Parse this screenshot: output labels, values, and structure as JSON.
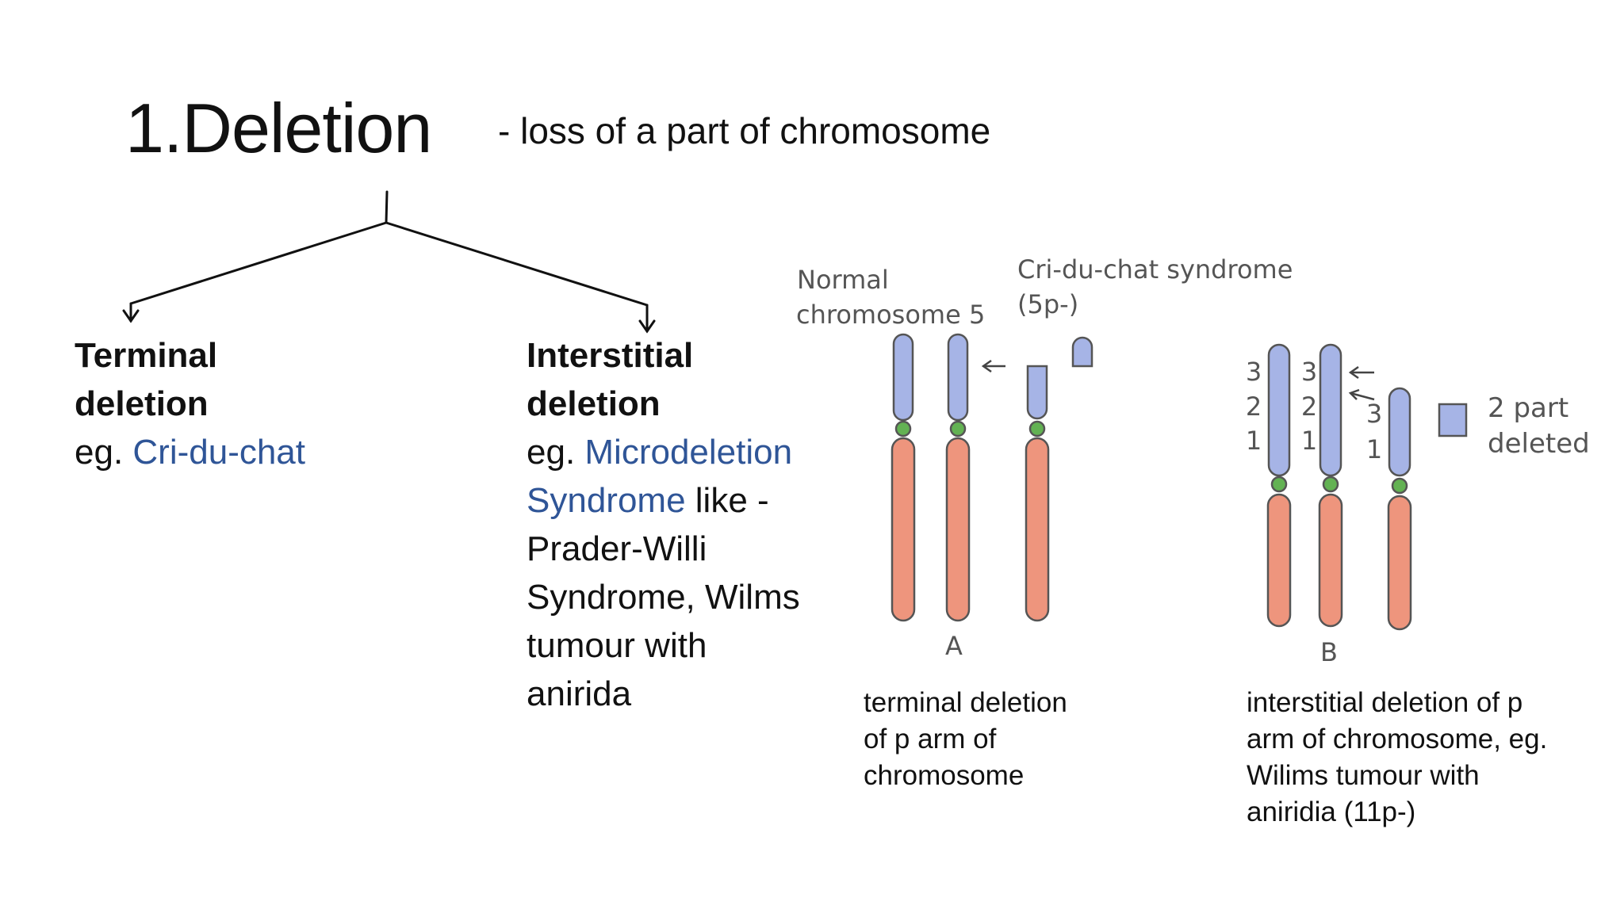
{
  "heading": {
    "title": "1.Deletion",
    "definition": "- loss of a part of chromosome"
  },
  "branches": {
    "terminal": {
      "title_line1": "Terminal",
      "title_line2": "deletion",
      "eg_prefix": "eg. ",
      "eg_example": "Cri-du-chat"
    },
    "interstitial": {
      "title_line1": "Interstitial",
      "title_line2": "deletion",
      "eg_prefix": "eg. ",
      "eg_example_line1": "Microdeletion",
      "eg_example_line2": "Syndrome",
      "like_text": " like -",
      "examples": [
        "Prader-Willi",
        "Syndrome, Wilms",
        "tumour with",
        "anirida"
      ]
    }
  },
  "diagram": {
    "normal_label_line1": "Normal",
    "normal_label_line2": "chromosome 5",
    "cri_label_line1": "Cri-du-chat syndrome",
    "cri_label_line2": "(5p-)",
    "panel_a": "A",
    "panel_b": "B",
    "band_3": "3",
    "band_2": "2",
    "band_1": "1",
    "deleted_label_line1": "2 part",
    "deleted_label_line2": "deleted",
    "colors": {
      "p_arm": "#a6b4e6",
      "q_arm": "#ee957d",
      "centromere": "#63b253",
      "outline": "#555555"
    }
  },
  "captions": {
    "terminal": [
      "terminal deletion",
      "of p arm of",
      "chromosome"
    ],
    "interstitial": [
      "interstitial deletion of p",
      "arm of chromosome, eg.",
      "Wilims tumour with",
      "aniridia (11p-)"
    ]
  }
}
